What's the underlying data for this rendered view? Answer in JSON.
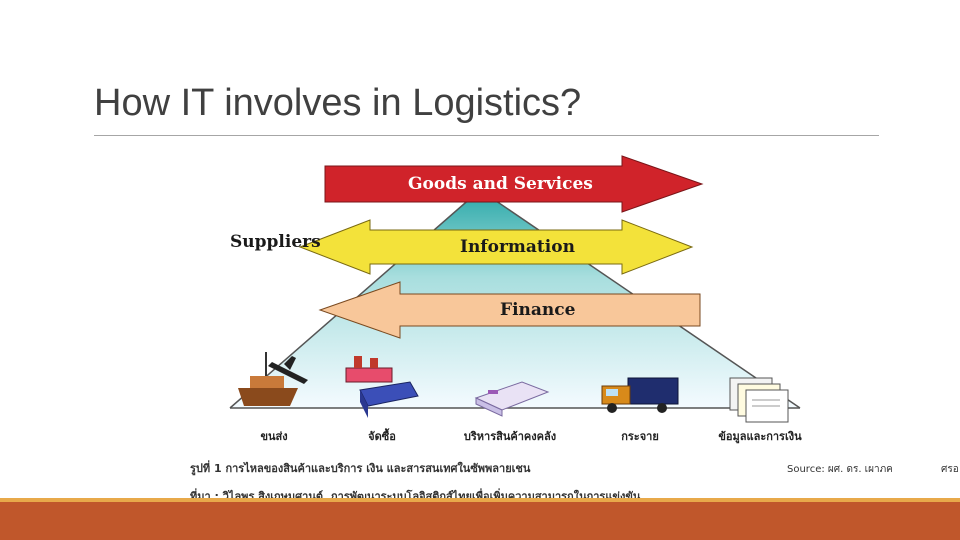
{
  "slide": {
    "title": "How IT involves in Logistics?"
  },
  "figure": {
    "suppliers_label": "Suppliers",
    "arrows": {
      "goods": "Goods and Services",
      "information": "Information",
      "finance": "Finance"
    },
    "icons": [
      {
        "id": "transport",
        "label": "ขนส่ง"
      },
      {
        "id": "purchasing",
        "label": "จัดซื้อ"
      },
      {
        "id": "warehouse",
        "label": "บริหารสินค้าคงคลัง"
      },
      {
        "id": "distribution",
        "label": "กระจาย"
      },
      {
        "id": "finance-info",
        "label": "ข้อมูลและการเงิน"
      }
    ],
    "caption_line1": "รูปที่ 1 การไหลของสินค้าและบริการ เงิน และสารสนเทศในซัพพลายเชน",
    "caption_line2": "ที่มา : วิไลพร สิงเกษมศานต์, การพัฒนาระบบโลจิสติกส์ไทยเพื่อเพิ่มความสามารถในการแข่งขัน"
  },
  "source": {
    "text": "Source: ผศ. ดร. เผาภค",
    "text_extra": "ศรอ"
  },
  "colors": {
    "accent_bar": "#c0572b",
    "accent_line": "#e8a94a",
    "goods_arrow": "#d0232a",
    "info_arrow": "#f3e23a",
    "finance_arrow": "#f8c79a"
  }
}
